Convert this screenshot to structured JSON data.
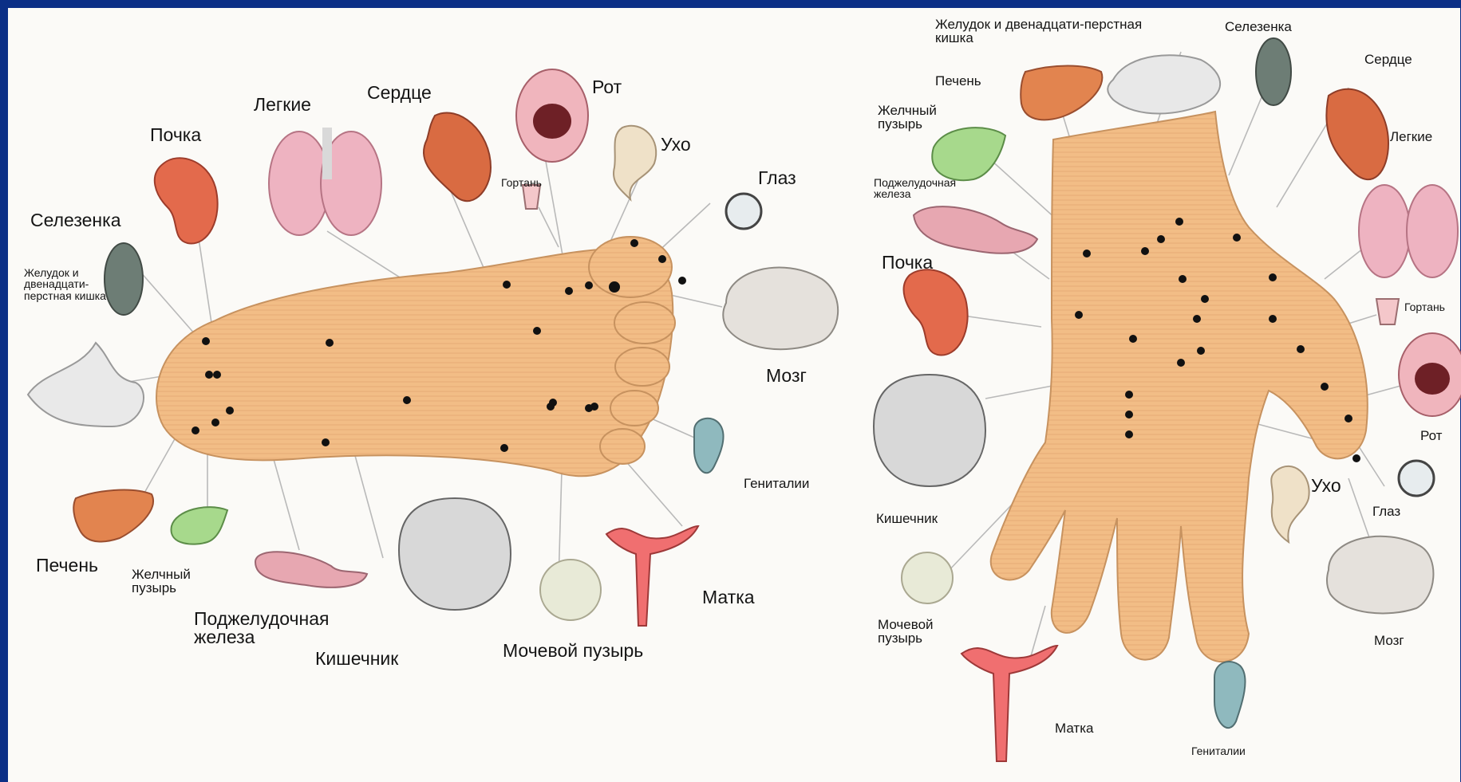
{
  "colors": {
    "slide_background": "#0b2f86",
    "image_background": "#fbfaf7",
    "skin": "#f2bd86",
    "point": "#111111",
    "leader_line": "#b9b9b9"
  },
  "foot": {
    "kidney": "Почка",
    "lungs": "Легкие",
    "heart": "Сердце",
    "mouth": "Рот",
    "ear": "Ухо",
    "larynx": "Гортань",
    "eye": "Глаз",
    "spleen": "Селезенка",
    "stomach": "Желудок и двенадцати-перстная кишка",
    "brain": "Мозг",
    "genitals": "Гениталии",
    "uterus": "Матка",
    "liver": "Печень",
    "gallbladder": "Желчный пузырь",
    "pancreas": "Поджелудочная железа",
    "intestine": "Кишечник",
    "bladder": "Мочевой пузырь"
  },
  "hand": {
    "stomach": "Желудок и двенадцати-перстная кишка",
    "spleen": "Селезенка",
    "heart": "Сердце",
    "liver": "Печень",
    "gallbladder": "Желчный пузырь",
    "lungs": "Легкие",
    "pancreas": "Поджелудочная железа",
    "kidney": "Почка",
    "larynx": "Гортань",
    "mouth": "Рот",
    "intestine": "Кишечник",
    "ear": "Ухо",
    "eye": "Глаз",
    "brain": "Мозг",
    "bladder": "Мочевой пузырь",
    "uterus": "Матка",
    "genitals": "Гениталии"
  }
}
